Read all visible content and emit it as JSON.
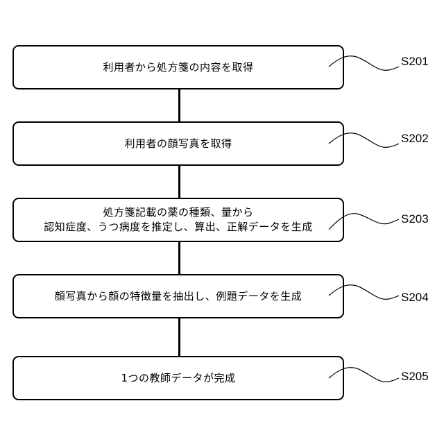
{
  "steps": [
    {
      "id": "S201",
      "lines": [
        "利用者から処方箋の内容を取得"
      ]
    },
    {
      "id": "S202",
      "lines": [
        "利用者の顔写真を取得"
      ]
    },
    {
      "id": "S203",
      "lines": [
        "処方箋記載の薬の種類、量から",
        "認知症度、うつ病度を推定し、算出、正解データを生成"
      ]
    },
    {
      "id": "S204",
      "lines": [
        "顔写真から顔の特徴量を抽出し、例題データを生成"
      ]
    },
    {
      "id": "S205",
      "lines": [
        "1つの教師データが完成"
      ]
    }
  ]
}
